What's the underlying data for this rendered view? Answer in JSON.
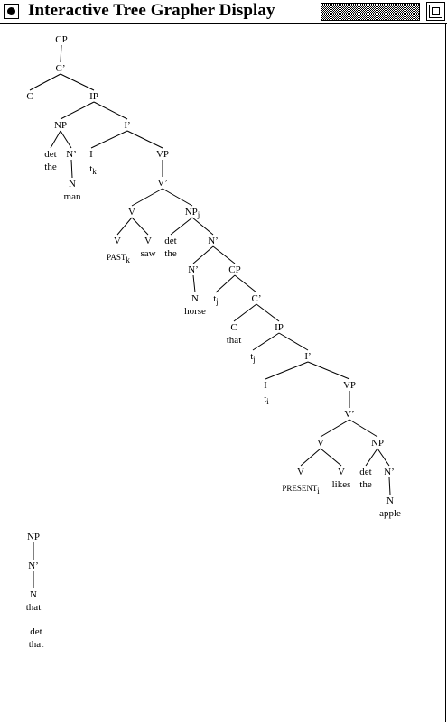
{
  "window": {
    "title": "Interactive Tree Grapher Display",
    "close_icon": "close-box-icon",
    "zoom_icon": "zoom-box-icon"
  },
  "tree": {
    "nodes": [
      {
        "id": "cp1",
        "text": "CP"
      },
      {
        "id": "cbar1",
        "text": "C’"
      },
      {
        "id": "c1",
        "text": "C"
      },
      {
        "id": "ip1",
        "text": "IP"
      },
      {
        "id": "np1",
        "text": "NP"
      },
      {
        "id": "ibar1",
        "text": "I’"
      },
      {
        "id": "det1",
        "text": "det"
      },
      {
        "id": "the1",
        "text": "the"
      },
      {
        "id": "nbar1",
        "text": "N’"
      },
      {
        "id": "n1",
        "text": "N"
      },
      {
        "id": "man",
        "text": "man"
      },
      {
        "id": "i1",
        "text": "I"
      },
      {
        "id": "tk",
        "text": "t",
        "sub": "k"
      },
      {
        "id": "vp1",
        "text": "VP"
      },
      {
        "id": "vbar1",
        "text": "V’"
      },
      {
        "id": "v1",
        "text": "V"
      },
      {
        "id": "np2",
        "text": "NP",
        "sub": "j"
      },
      {
        "id": "v2",
        "text": "V"
      },
      {
        "id": "past",
        "text": "PAST",
        "sub": "k"
      },
      {
        "id": "v3",
        "text": "V"
      },
      {
        "id": "saw",
        "text": "saw"
      },
      {
        "id": "det2",
        "text": "det"
      },
      {
        "id": "the2",
        "text": "the"
      },
      {
        "id": "nbar2",
        "text": "N’"
      },
      {
        "id": "nbar3",
        "text": "N’"
      },
      {
        "id": "cp2",
        "text": "CP"
      },
      {
        "id": "n2",
        "text": "N"
      },
      {
        "id": "horse",
        "text": "horse"
      },
      {
        "id": "tj1",
        "text": "t",
        "sub": "j"
      },
      {
        "id": "cbar2",
        "text": "C’"
      },
      {
        "id": "c2",
        "text": "C"
      },
      {
        "id": "that1",
        "text": "that"
      },
      {
        "id": "ip2",
        "text": "IP"
      },
      {
        "id": "tj2",
        "text": "t",
        "sub": "j"
      },
      {
        "id": "ibar2",
        "text": "I’"
      },
      {
        "id": "i2",
        "text": "I"
      },
      {
        "id": "ti",
        "text": "t",
        "sub": "i"
      },
      {
        "id": "vp2",
        "text": "VP"
      },
      {
        "id": "vbar2",
        "text": "V’"
      },
      {
        "id": "v4",
        "text": "V"
      },
      {
        "id": "np3",
        "text": "NP"
      },
      {
        "id": "v5",
        "text": "V"
      },
      {
        "id": "present",
        "text": "PRESENT",
        "sub": "i"
      },
      {
        "id": "v6",
        "text": "V"
      },
      {
        "id": "likes",
        "text": "likes"
      },
      {
        "id": "det3",
        "text": "det"
      },
      {
        "id": "the3",
        "text": "the"
      },
      {
        "id": "nbar4",
        "text": "N’"
      },
      {
        "id": "n3",
        "text": "N"
      },
      {
        "id": "apple",
        "text": "apple"
      },
      {
        "id": "np4",
        "text": "NP"
      },
      {
        "id": "nbar5",
        "text": "N’"
      },
      {
        "id": "n4",
        "text": "N"
      },
      {
        "id": "that2",
        "text": "that"
      },
      {
        "id": "det4",
        "text": "det"
      },
      {
        "id": "that3",
        "text": "that"
      }
    ]
  }
}
